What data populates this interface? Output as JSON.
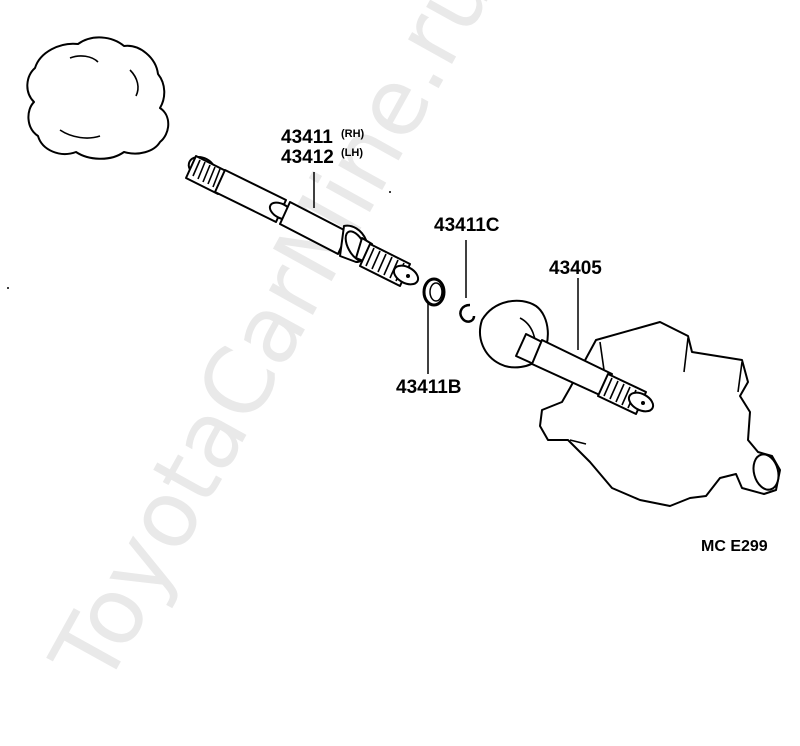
{
  "labels": {
    "shaft_rh_number": "43411",
    "shaft_rh_side": "(RH)",
    "shaft_lh_number": "43412",
    "shaft_lh_side": "(LH)",
    "snap_ring": "43411C",
    "bearing_ring": "43411B",
    "outboard_joint": "43405",
    "diagram_code": "MC  E299"
  },
  "watermark": "ToyotaCarMine.ru"
}
